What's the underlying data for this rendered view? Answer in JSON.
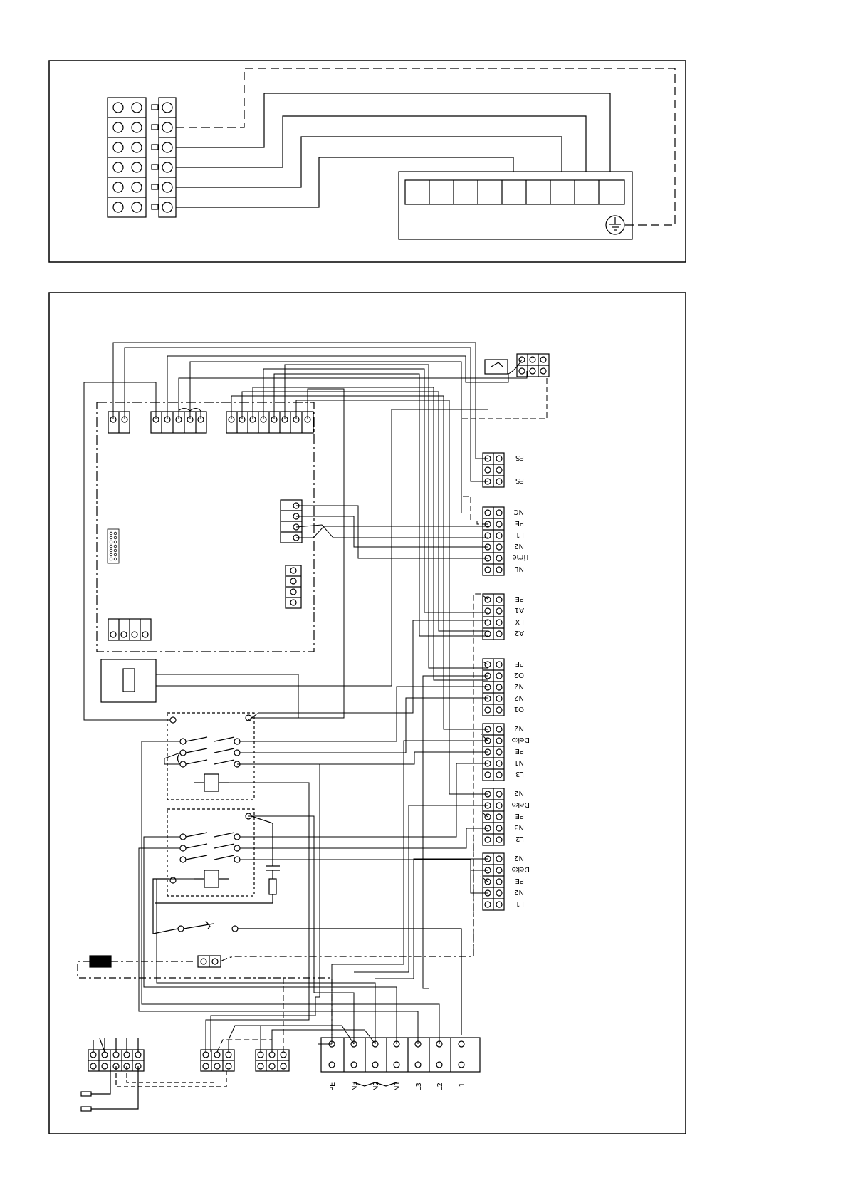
{
  "colors": {
    "ink": "#000000",
    "paper": "#ffffff"
  },
  "icons": {
    "earth": "earth-ground-icon"
  },
  "terminal_groups": [
    {
      "id": "fs",
      "labels": [
        "FS",
        "",
        "FS"
      ]
    },
    {
      "id": "g1",
      "labels": [
        "NC",
        "PE",
        "L1",
        "N2",
        "Time",
        "NL"
      ]
    },
    {
      "id": "g2",
      "labels": [
        "PE",
        "A1",
        "LX",
        "A2"
      ]
    },
    {
      "id": "g3",
      "labels": [
        "PE",
        "O2",
        "N2",
        "N2",
        "O1"
      ]
    },
    {
      "id": "g4",
      "labels": [
        "N2",
        "Deko",
        "PE",
        "N1",
        "L3"
      ]
    },
    {
      "id": "g5",
      "labels": [
        "N2",
        "Deko",
        "PE",
        "N3",
        "L2"
      ]
    },
    {
      "id": "g6",
      "labels": [
        "N2",
        "Deko",
        "PE",
        "N2",
        "L1"
      ]
    }
  ],
  "main_terminal": {
    "labels": [
      "PE",
      "N3",
      "N2",
      "N1",
      "L3",
      "L2",
      "L1"
    ]
  }
}
